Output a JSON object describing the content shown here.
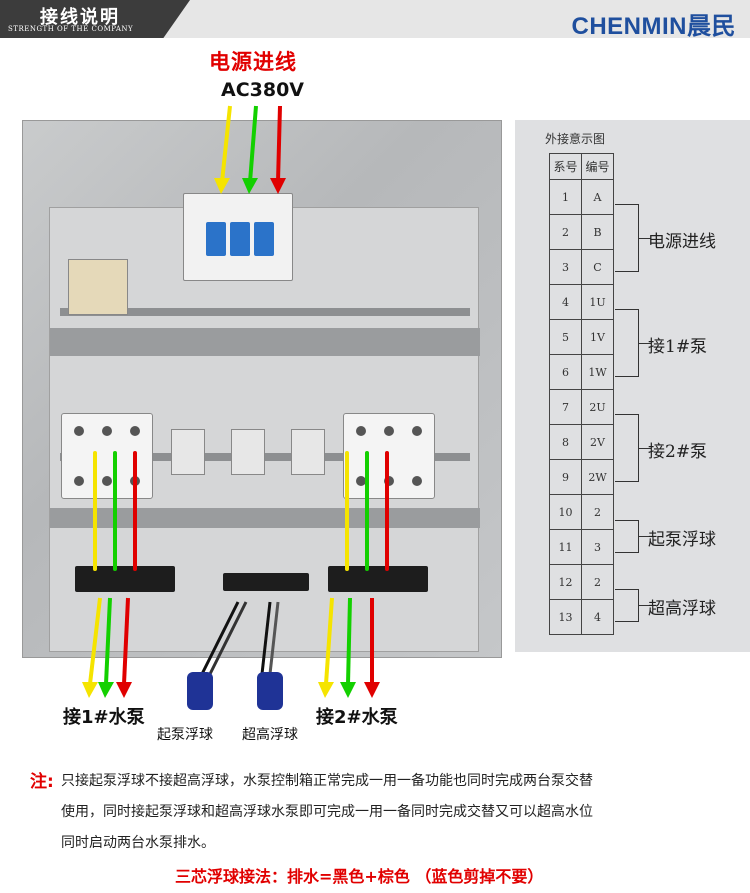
{
  "header": {
    "title": "接线说明",
    "subtitle": "STRENGTH OF THE COMPANY",
    "brand": "CHENMIN晨民"
  },
  "power": {
    "title": "电源进线",
    "voltage": "AC380V"
  },
  "colors": {
    "yellow": "#f5e400",
    "green": "#13d000",
    "red": "#e00000",
    "float_blue": "#1f3396",
    "accent_red": "#e10000",
    "brand_blue": "#1f4f9e"
  },
  "diagram": {
    "title": "外接意示图",
    "headers": [
      "系号",
      "编号"
    ],
    "rows": [
      [
        "1",
        "A"
      ],
      [
        "2",
        "B"
      ],
      [
        "3",
        "C"
      ],
      [
        "4",
        "1U"
      ],
      [
        "5",
        "1V"
      ],
      [
        "6",
        "1W"
      ],
      [
        "7",
        "2U"
      ],
      [
        "8",
        "2V"
      ],
      [
        "9",
        "2W"
      ],
      [
        "10",
        "2"
      ],
      [
        "11",
        "3"
      ],
      [
        "12",
        "2"
      ],
      [
        "13",
        "4"
      ]
    ],
    "groups": [
      "电源进线",
      "接1#泵",
      "接2#泵",
      "起泵浮球",
      "超高浮球"
    ]
  },
  "labels": {
    "pump1": "接1#水泵",
    "pump2": "接2#水泵",
    "float_start": "起泵浮球",
    "float_high": "超高浮球"
  },
  "note": {
    "mark": "注:",
    "lines": [
      "只接起泵浮球不接超高浮球，水泵控制箱正常完成一用一备功能也同时完成两台泵交替",
      "使用，同时接起泵浮球和超高浮球水泵即可完成一用一备同时完成交替又可以超高水位",
      "同时启动两台水泵排水。"
    ],
    "float_wiring": "三芯浮球接法：排水=黑色+棕色 （蓝色剪掉不要）"
  }
}
